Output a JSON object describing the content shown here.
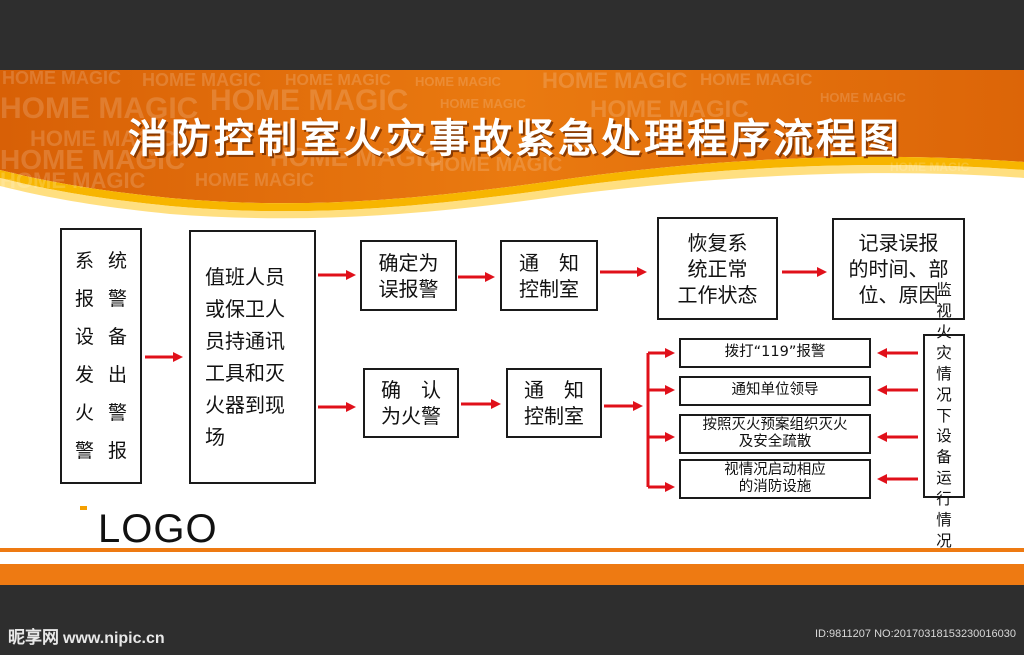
{
  "title": "消防控制室火灾事故紧急处理程序流程图",
  "watermark_text": "HOME MAGIC",
  "logo_text": "LOGO",
  "colors": {
    "banner_orange": "#e8720c",
    "banner_dark_orange": "#c95a00",
    "wave_yellow": "#f7b500",
    "arrow_red": "#e0101a",
    "stripe_orange": "#ee7a12"
  },
  "nodes": {
    "alarm_col1": [
      "系",
      "报",
      "设",
      "发",
      "火",
      "警"
    ],
    "alarm_col2": [
      "统",
      "警",
      "备",
      "出",
      "警",
      "报"
    ],
    "duty": "值班人员\n或保卫人\n员持通讯\n工具和灭\n火器到现\n场",
    "confirm_false": "确定为\n误报警",
    "notify_ctrl_1": "通　知\n控制室",
    "restore": "恢复系\n统正常\n工作状态",
    "record": "记录误报\n的时间、部\n位、原因",
    "confirm_fire": "确　认\n为火警",
    "notify_ctrl_2": "通　知\n控制室",
    "call_119": "拨打“119”报警",
    "notify_leader": "通知单位领导",
    "organize": "按照灭火预案组织灭火\n及安全疏散",
    "facilities": "视情况启动相应\n的消防设施",
    "monitor": "监视\n火灾\n情况\n下设\n备运\n行情\n况"
  },
  "footer": {
    "site_name": "昵享网",
    "site_url": "www.nipic.cn",
    "image_id": "ID:9811207 NO:20170318153230016030"
  }
}
